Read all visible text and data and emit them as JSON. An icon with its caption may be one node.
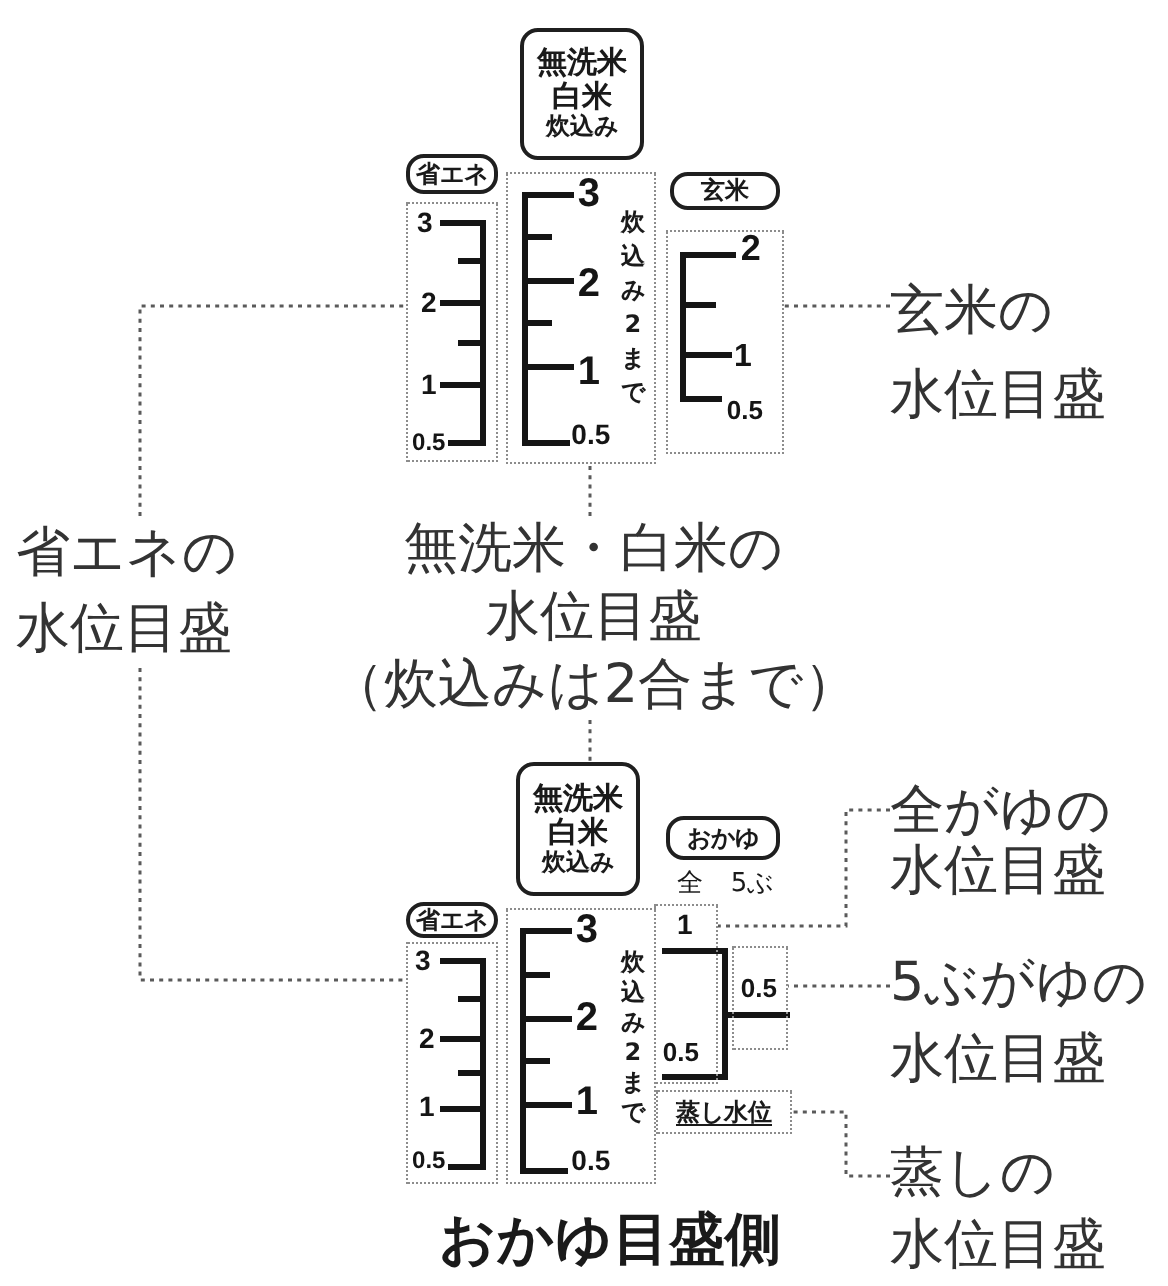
{
  "diagram": {
    "nodes": [
      {
        "text": [
          "無洗米",
          "白米",
          "炊込み"
        ]
      },
      {
        "text": [
          "省エネ"
        ]
      },
      {
        "text": [
          "3",
          "2",
          "1",
          "0.5"
        ]
      },
      {
        "text": [
          "3",
          "2",
          "1",
          "0.5",
          "炊込み2まで"
        ]
      },
      {
        "text": [
          "玄米"
        ]
      },
      {
        "text": [
          "2",
          "1",
          "0.5"
        ]
      },
      {
        "text": [
          "玄米の水位目盛"
        ]
      },
      {
        "text": [
          "省エネの水位目盛"
        ]
      },
      {
        "text": [
          "無洗米・白米の水位目盛（炊込みは2合まで）"
        ]
      },
      {
        "text": [
          "無洗米",
          "白米",
          "炊込み"
        ]
      },
      {
        "text": [
          "おかゆ"
        ]
      },
      {
        "text": [
          "省エネ"
        ]
      },
      {
        "text": [
          "3",
          "2",
          "1",
          "0.5"
        ]
      },
      {
        "text": [
          "3",
          "2",
          "1",
          "0.5",
          "炊込み2まで"
        ]
      },
      {
        "text": [
          "1",
          "0.5"
        ]
      },
      {
        "text": [
          "0.5"
        ]
      },
      {
        "text": [
          "蒸し水位"
        ]
      },
      {
        "text": [
          "全がゆの水位目盛"
        ]
      },
      {
        "text": [
          "5ぶがゆの水位目盛"
        ]
      },
      {
        "text": [
          "蒸しの水位目盛"
        ]
      }
    ],
    "edges": [
      {
        "from": 8,
        "to": 3,
        "arrow": "none",
        "style": "dashed"
      },
      {
        "from": 8,
        "to": 9,
        "arrow": "none",
        "style": "dashed"
      },
      {
        "from": 7,
        "to": 2,
        "arrow": "none",
        "style": "dashed"
      },
      {
        "from": 7,
        "to": 12,
        "arrow": "none",
        "style": "dashed"
      },
      {
        "from": 6,
        "to": 5,
        "arrow": "none",
        "style": "dashed"
      },
      {
        "from": 17,
        "to": 14,
        "arrow": "none",
        "style": "dashed"
      },
      {
        "from": 18,
        "to": 15,
        "arrow": "none",
        "style": "dashed"
      },
      {
        "from": 19,
        "to": 16,
        "arrow": "none",
        "style": "dashed"
      }
    ],
    "labels": [
      "全",
      "5ぶ",
      "おかゆ目盛側"
    ]
  }
}
